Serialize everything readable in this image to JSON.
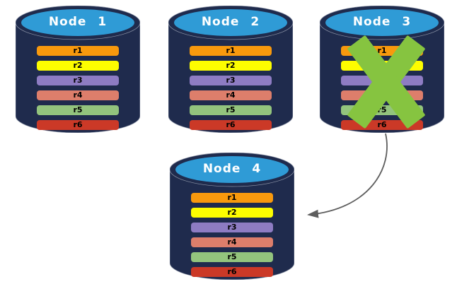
{
  "colors": {
    "navy": "#1F2B4D",
    "blue": "#2F9BD6",
    "xgreen": "#86C440",
    "arrow": "#5E5E5E",
    "rowtext": "#000000",
    "titletext": "#FFFFFF",
    "background": "#FFFFFF"
  },
  "nodes": [
    {
      "label": "Node 1",
      "failed": false,
      "rows": [
        {
          "label": "r1",
          "color": "#F8990D"
        },
        {
          "label": "r2",
          "color": "#FDFD00"
        },
        {
          "label": "r3",
          "color": "#8E7CC3"
        },
        {
          "label": "r4",
          "color": "#DD7E6B"
        },
        {
          "label": "r5",
          "color": "#93C47D"
        },
        {
          "label": "r6",
          "color": "#CB3927"
        }
      ]
    },
    {
      "label": "Node 2",
      "failed": false,
      "rows": [
        {
          "label": "r1",
          "color": "#F8990D"
        },
        {
          "label": "r2",
          "color": "#FDFD00"
        },
        {
          "label": "r3",
          "color": "#8E7CC3"
        },
        {
          "label": "r4",
          "color": "#DD7E6B"
        },
        {
          "label": "r5",
          "color": "#93C47D"
        },
        {
          "label": "r6",
          "color": "#CB3927"
        }
      ]
    },
    {
      "label": "Node 3",
      "failed": true,
      "rows": [
        {
          "label": "r1",
          "color": "#F8990D"
        },
        {
          "label": "r2",
          "color": "#FDFD00"
        },
        {
          "label": "r3",
          "color": "#8E7CC3"
        },
        {
          "label": "r4",
          "color": "#DD7E6B"
        },
        {
          "label": "r5",
          "color": "#93C47D"
        },
        {
          "label": "r6",
          "color": "#CB3927"
        }
      ]
    },
    {
      "label": "Node 4",
      "failed": false,
      "rows": [
        {
          "label": "r1",
          "color": "#F8990D"
        },
        {
          "label": "r2",
          "color": "#FDFD00"
        },
        {
          "label": "r3",
          "color": "#8E7CC3"
        },
        {
          "label": "r4",
          "color": "#DD7E6B"
        },
        {
          "label": "r5",
          "color": "#93C47D"
        },
        {
          "label": "r6",
          "color": "#CB3927"
        }
      ]
    }
  ],
  "failure_marker": {
    "node": "Node 3",
    "symbol": "X"
  },
  "arrow": {
    "from": "Node 3",
    "to": "Node 4"
  }
}
